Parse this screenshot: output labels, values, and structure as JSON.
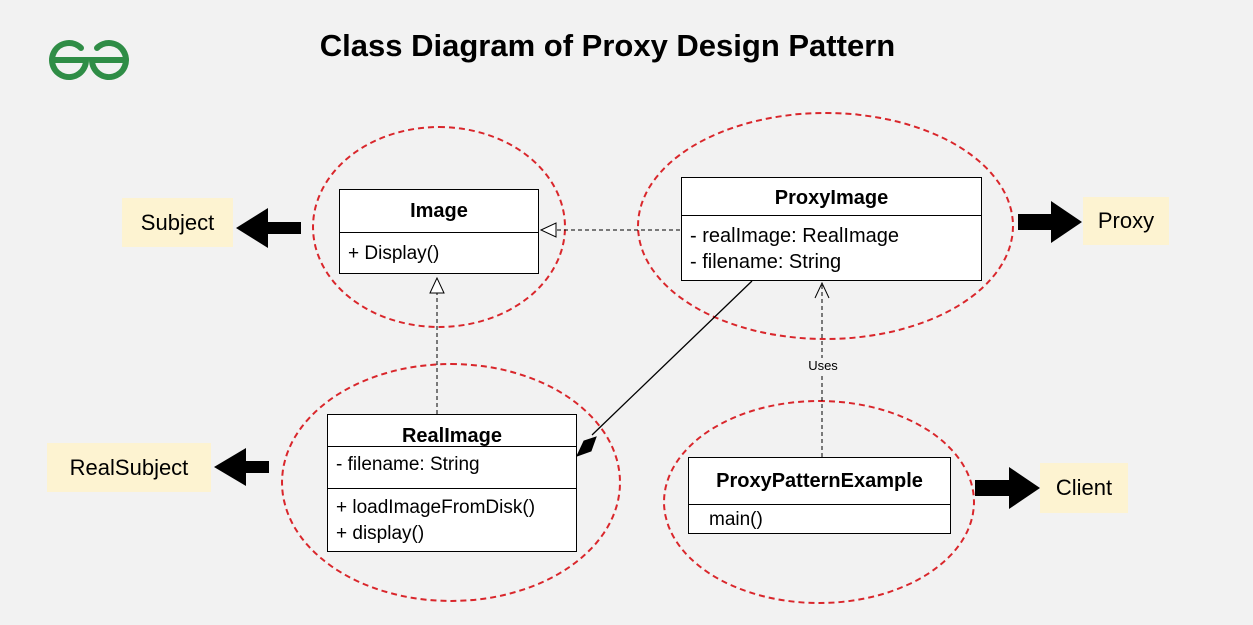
{
  "title": "Class Diagram of Proxy Design Pattern",
  "logo": {
    "name": "geeksforgeeks-logo",
    "color": "#2f8d46"
  },
  "accent": "#d9262b",
  "classes": {
    "image": {
      "name": "Image",
      "members": [
        "+ Display()"
      ]
    },
    "proxy_image": {
      "name": "ProxyImage",
      "fields": [
        "- realImage: RealImage",
        "- filename: String"
      ]
    },
    "real_image": {
      "name": "RealImage",
      "fields": [
        "- filename: String"
      ],
      "methods": [
        "+ loadImageFromDisk()",
        "+ display()"
      ]
    },
    "proxy_pattern_example": {
      "name": "ProxyPatternExample",
      "methods": [
        "main()"
      ]
    }
  },
  "roles": {
    "subject": "Subject",
    "proxy": "Proxy",
    "real_subject": "RealSubject",
    "client": "Client"
  },
  "connector_labels": {
    "uses": "Uses"
  }
}
